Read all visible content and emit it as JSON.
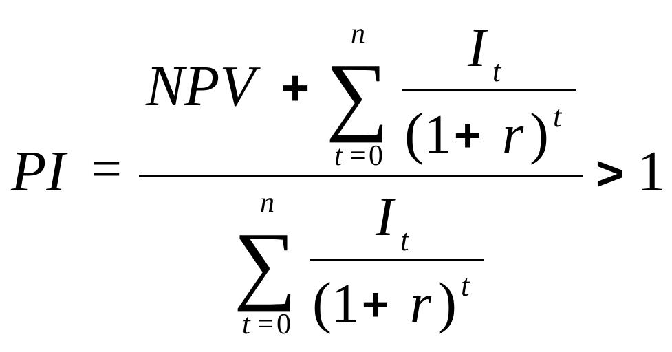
{
  "formula": {
    "lhs": "PI",
    "equals": "=",
    "numerator": {
      "npv": "NPV",
      "plus": "+",
      "sum": {
        "symbol": "∑",
        "upper": "n",
        "lower_var": "t",
        "lower_eq": "=",
        "lower_val": "0"
      },
      "fraction": {
        "num_var": "I",
        "num_sub": "t",
        "den_open": "(",
        "den_one": "1",
        "den_plus": "+",
        "den_r": "r",
        "den_close": ")",
        "den_exp": "t"
      }
    },
    "denominator": {
      "sum": {
        "symbol": "∑",
        "upper": "n",
        "lower_var": "t",
        "lower_eq": "=",
        "lower_val": "0"
      },
      "fraction": {
        "num_var": "I",
        "num_sub": "t",
        "den_open": "(",
        "den_one": "1",
        "den_plus": "+",
        "den_r": "r",
        "den_close": ")",
        "den_exp": "t"
      }
    },
    "relation": ">",
    "rhs": "1"
  }
}
